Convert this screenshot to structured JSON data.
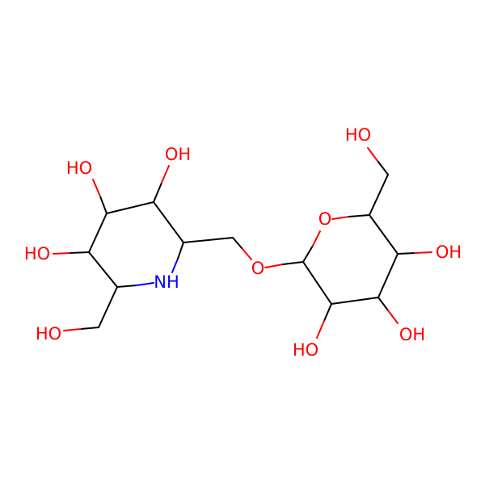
{
  "colors": {
    "bond": "#000000",
    "oxygen": "#ff0000",
    "nitrogen": "#0000ff",
    "background": "#ffffff"
  },
  "atom_labels": {
    "oh_c3": "OH",
    "oh_c4": "HO",
    "oh_c5": "HO",
    "nh": "NH",
    "oh_ch2_left": "HO",
    "ether_o": "O",
    "ring_o": "O",
    "oh_ch2_right": "HO",
    "oh_c4p": "OH",
    "oh_c3p": "OH",
    "oh_c2p": "HO"
  }
}
